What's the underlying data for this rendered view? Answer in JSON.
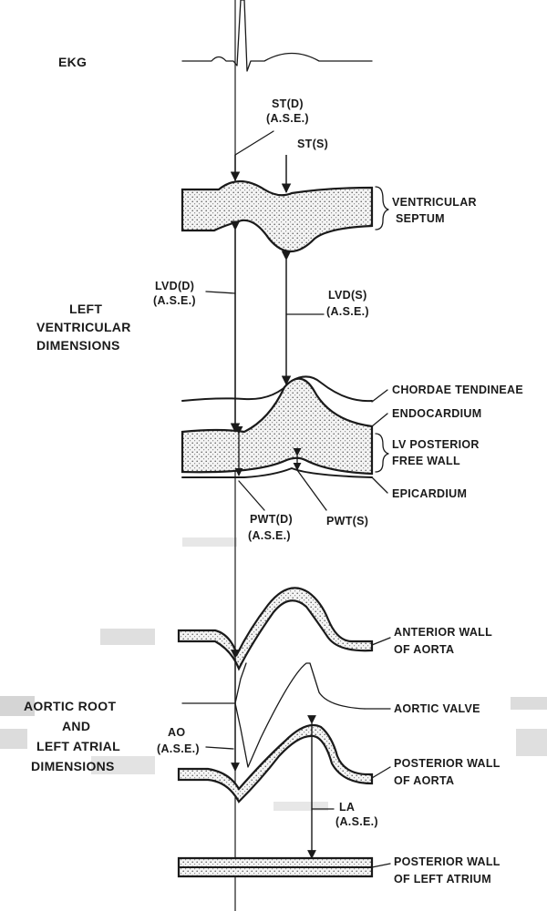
{
  "labels": {
    "ekg": "EKG",
    "st_d_1": "ST(D)",
    "st_d_2": "(A.S.E.)",
    "st_s": "ST(S)",
    "ventricular_septum_1": "VENTRICULAR",
    "ventricular_septum_2": "SEPTUM",
    "lvd_group_1": "LEFT",
    "lvd_group_2": "VENTRICULAR",
    "lvd_group_3": "DIMENSIONS",
    "lvd_d_1": "LVD(D)",
    "lvd_d_2": "(A.S.E.)",
    "lvd_s_1": "LVD(S)",
    "lvd_s_2": "(A.S.E.)",
    "chordae": "CHORDAE TENDINEAE",
    "endocardium": "ENDOCARDIUM",
    "lv_wall_1": "LV POSTERIOR",
    "lv_wall_2": "FREE WALL",
    "epicardium": "EPICARDIUM",
    "pwt_d_1": "PWT(D)",
    "pwt_d_2": "(A.S.E.)",
    "pwt_s": "PWT(S)",
    "anterior_aorta_1": "ANTERIOR WALL",
    "anterior_aorta_2": "OF AORTA",
    "aortic_valve": "AORTIC VALVE",
    "aortic_group_1": "AORTIC ROOT",
    "aortic_group_2": "AND",
    "aortic_group_3": "LEFT ATRIAL",
    "aortic_group_4": "DIMENSIONS",
    "ao_1": "AO",
    "ao_2": "(A.S.E.)",
    "posterior_aorta_1": "POSTERIOR WALL",
    "posterior_aorta_2": "OF AORTA",
    "la_1": "LA",
    "la_2": "(A.S.E.)",
    "posterior_atrium_1": "POSTERIOR WALL",
    "posterior_atrium_2": "OF LEFT ATRIUM"
  }
}
